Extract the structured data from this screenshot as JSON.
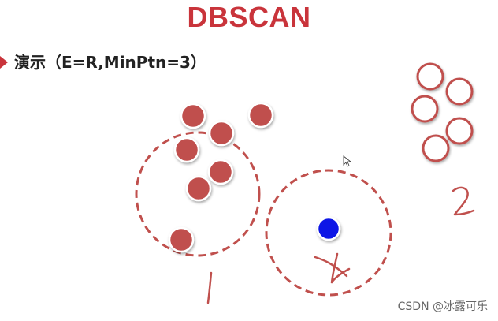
{
  "slide": {
    "title": "DBSCAN",
    "subtitle": "演示（E=R,MinPtn=3）",
    "watermark": "CSDN @冰露可乐"
  },
  "colors": {
    "accent": "#c9343b",
    "point_fill": "#c0504d",
    "core_point": "#0a17e6",
    "text": "#222222"
  },
  "diagram": {
    "cluster_labels": [
      {
        "name": "cluster-label-1",
        "text": "1"
      },
      {
        "name": "cluster-label-x",
        "text": "x"
      },
      {
        "name": "cluster-label-2",
        "text": "2"
      }
    ]
  }
}
